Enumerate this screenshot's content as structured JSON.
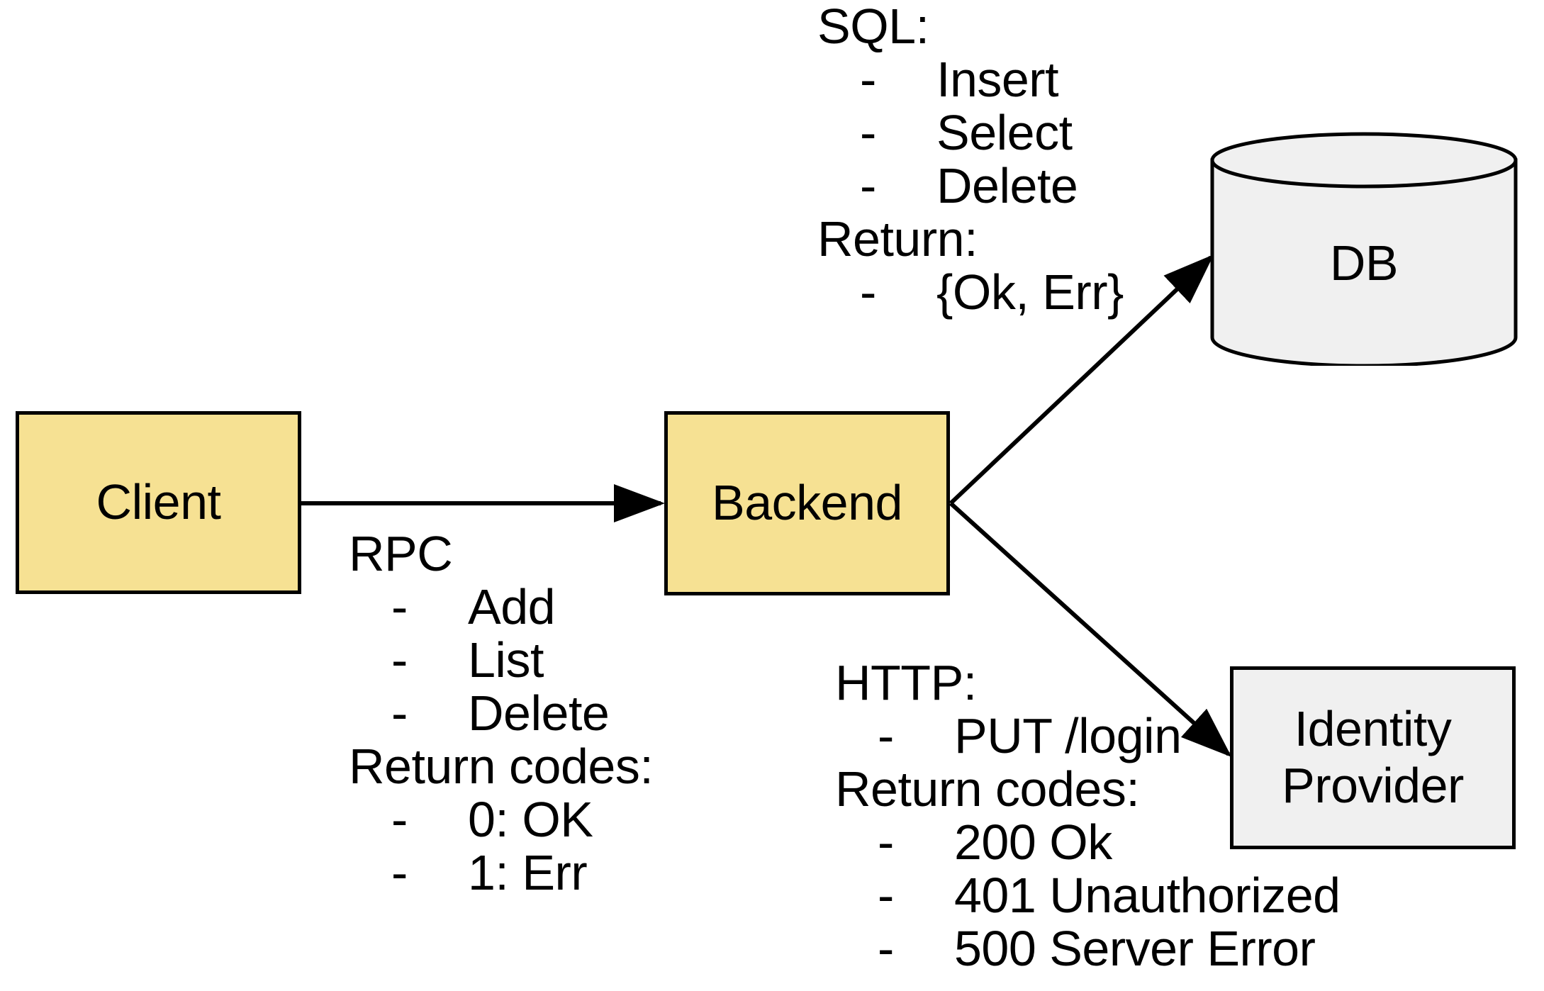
{
  "diagram": {
    "title": "Client / Backend / DB / Identity Provider architecture",
    "colors": {
      "node_yellow": "#f6e193",
      "node_gray": "#f0f0f0",
      "stroke": "#000000",
      "background": "#ffffff"
    },
    "nodes": {
      "client": {
        "label": "Client",
        "shape": "rectangle",
        "fill": "#f6e193"
      },
      "backend": {
        "label": "Backend",
        "shape": "rectangle",
        "fill": "#f6e193"
      },
      "db": {
        "label": "DB",
        "shape": "cylinder",
        "fill": "#f0f0f0"
      },
      "identity_provider": {
        "label_line1": "Identity",
        "label_line2": "Provider",
        "shape": "rectangle",
        "fill": "#f0f0f0"
      }
    },
    "edges": [
      {
        "from": "client",
        "to": "backend",
        "annotation": "rpc"
      },
      {
        "from": "backend",
        "to": "db",
        "annotation": "sql"
      },
      {
        "from": "backend",
        "to": "identity_provider",
        "annotation": "http"
      }
    ],
    "annotations": {
      "sql": {
        "heading": "SQL:",
        "items": [
          "Insert",
          "Select",
          "Delete"
        ],
        "return_heading": "Return:",
        "return_items": [
          "{Ok, Err}"
        ],
        "dash": "-"
      },
      "rpc": {
        "heading": "RPC",
        "items": [
          "Add",
          "List",
          "Delete"
        ],
        "return_heading": "Return codes:",
        "return_items": [
          "0: OK",
          "1: Err"
        ],
        "dash": "-"
      },
      "http": {
        "heading": "HTTP:",
        "items": [
          "PUT /login"
        ],
        "return_heading": "Return codes:",
        "return_items": [
          "200 Ok",
          "401 Unauthorized",
          "500 Server Error"
        ],
        "dash": "-"
      }
    }
  }
}
